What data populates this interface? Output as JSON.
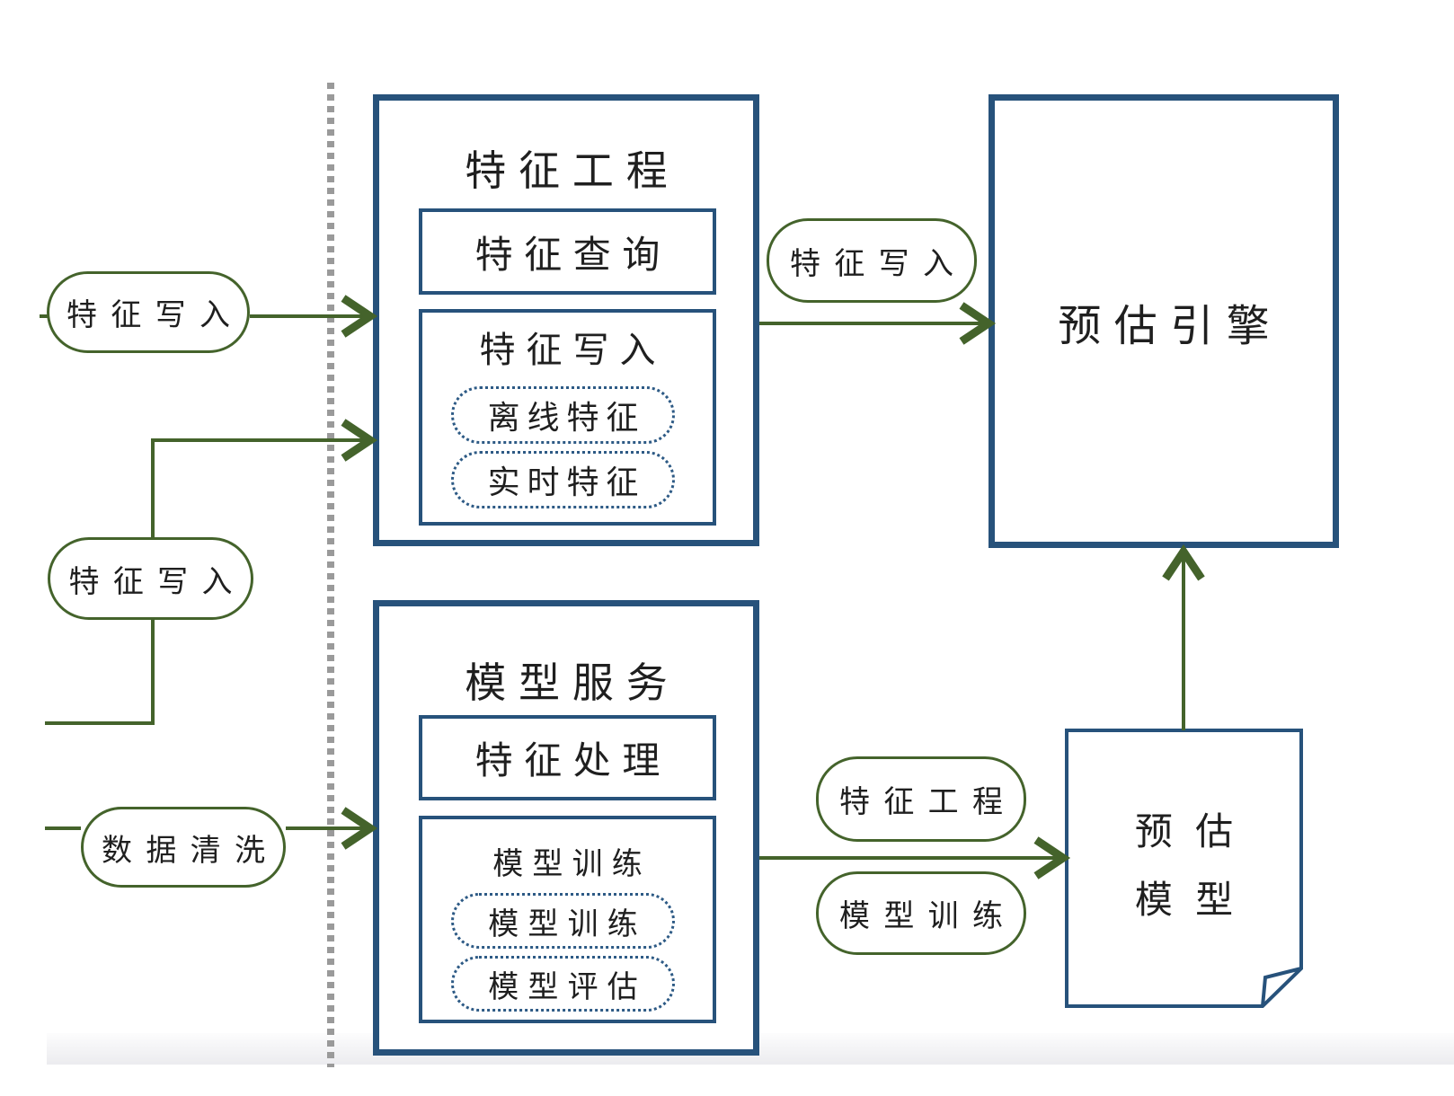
{
  "left_inputs": {
    "feature_write_top": "特征写入",
    "feature_write_mid": "特征写入",
    "data_cleaning": "数据清洗"
  },
  "feature_engineering": {
    "title": "特征工程",
    "feature_query": "特征查询",
    "feature_write": "特征写入",
    "offline_feature": "离线特征",
    "realtime_feature": "实时特征"
  },
  "model_service": {
    "title": "模型服务",
    "feature_processing": "特征处理",
    "training_header": "模型训练",
    "model_training": "模型训练",
    "model_evaluation": "模型评估"
  },
  "prediction_engine": {
    "title": "预估引擎"
  },
  "prediction_model": {
    "line1": "预估",
    "line2": "模型"
  },
  "edge_labels": {
    "feature_write": "特征写入",
    "feature_engineering": "特征工程",
    "model_training": "模型训练"
  },
  "colors": {
    "box_border": "#27527b",
    "pill_border": "#2d5a85",
    "arrow_green": "#44632b",
    "divider_gray": "#9a9a9a",
    "text": "#1f1f1f"
  }
}
